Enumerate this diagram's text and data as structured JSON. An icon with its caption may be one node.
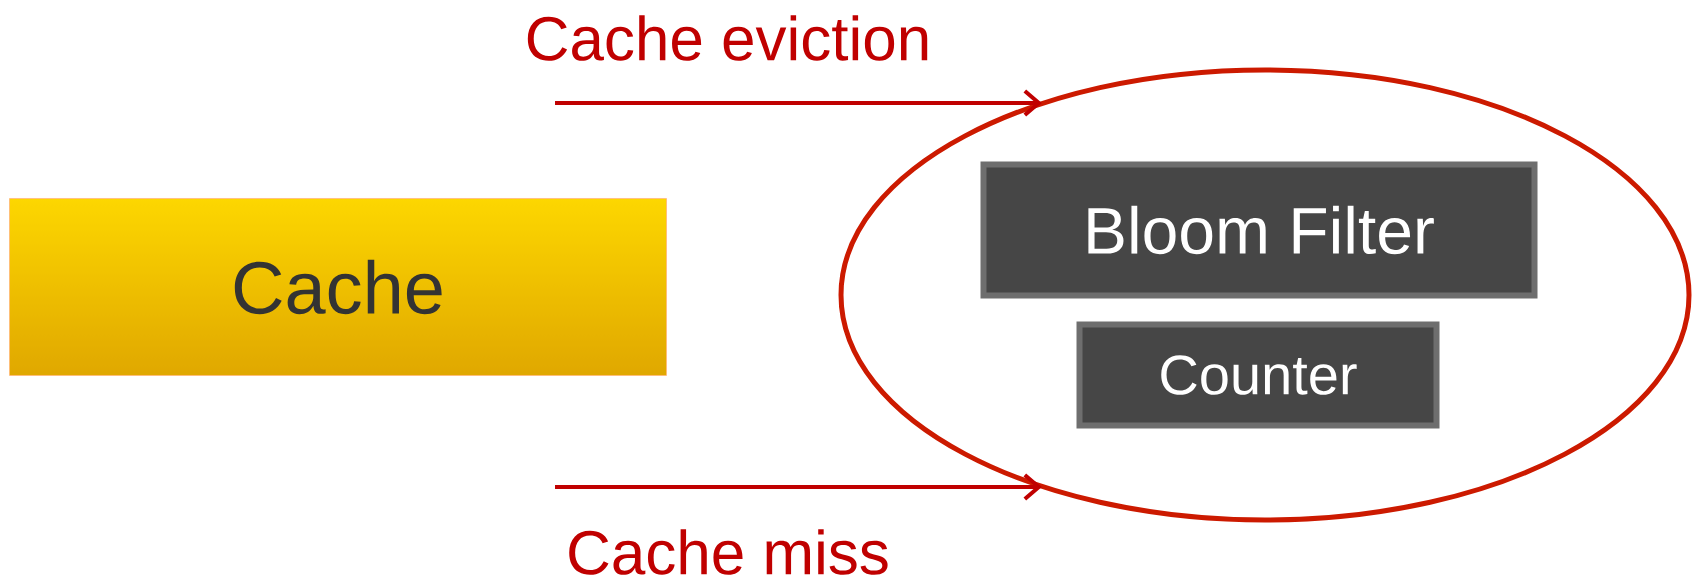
{
  "diagram": {
    "nodes": [
      {
        "text": [
          "Cache"
        ]
      },
      {
        "text": [],
        "shape": "ellipse"
      },
      {
        "text": [
          "Bloom Filter"
        ],
        "in": 1
      },
      {
        "text": [
          "Counter"
        ],
        "in": 1
      }
    ],
    "edges": [
      {
        "from": null,
        "to": 1,
        "arrow": "to",
        "label": "Cache eviction"
      },
      {
        "from": null,
        "to": 1,
        "arrow": "to",
        "label": "Cache miss"
      }
    ]
  }
}
